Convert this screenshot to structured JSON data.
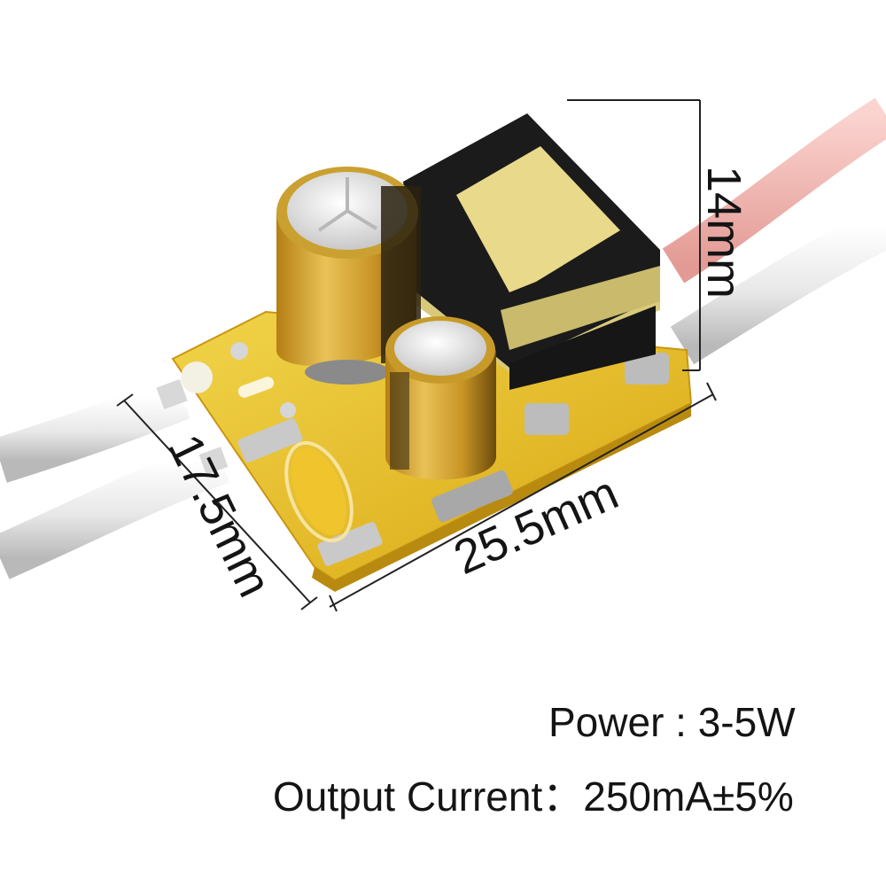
{
  "dimensions": {
    "height": "14mm",
    "width": "25.5mm",
    "depth": "17.5mm"
  },
  "specs": {
    "power": "Power : 3-5W",
    "output_current": "Output Current：250mA±5%"
  },
  "colors": {
    "pcb": "#e8c21c",
    "capacitor_sleeve": "#d9a72a",
    "transformer_body": "#1b1b1b",
    "transformer_tape": "#e9d98a",
    "wire_red": "#f2b3ae",
    "wire_white": "#e9e9e9",
    "text": "#141414"
  }
}
